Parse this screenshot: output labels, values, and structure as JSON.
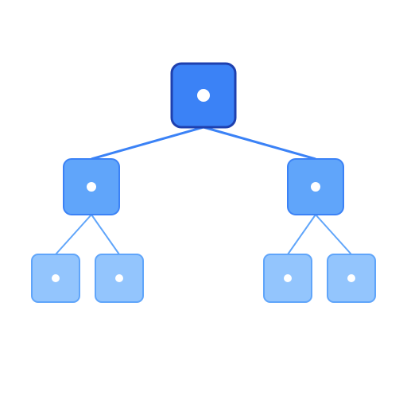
{
  "tree": {
    "root": {
      "id": "root",
      "fill": "#3b82f6",
      "stroke": "#1e40af",
      "children": [
        {
          "id": "left",
          "fill": "#60a5fa",
          "stroke": "#3b82f6",
          "children": [
            {
              "id": "left-left",
              "fill": "#93c5fd",
              "stroke": "#60a5fa",
              "children": []
            },
            {
              "id": "left-right",
              "fill": "#93c5fd",
              "stroke": "#60a5fa",
              "children": []
            }
          ]
        },
        {
          "id": "right",
          "fill": "#60a5fa",
          "stroke": "#3b82f6",
          "children": [
            {
              "id": "right-left",
              "fill": "#93c5fd",
              "stroke": "#60a5fa",
              "children": []
            },
            {
              "id": "right-right",
              "fill": "#93c5fd",
              "stroke": "#60a5fa",
              "children": []
            }
          ]
        }
      ]
    },
    "edge_colors": [
      "#3b82f6",
      "#60a5fa"
    ],
    "dot_color": "#ffffff"
  }
}
